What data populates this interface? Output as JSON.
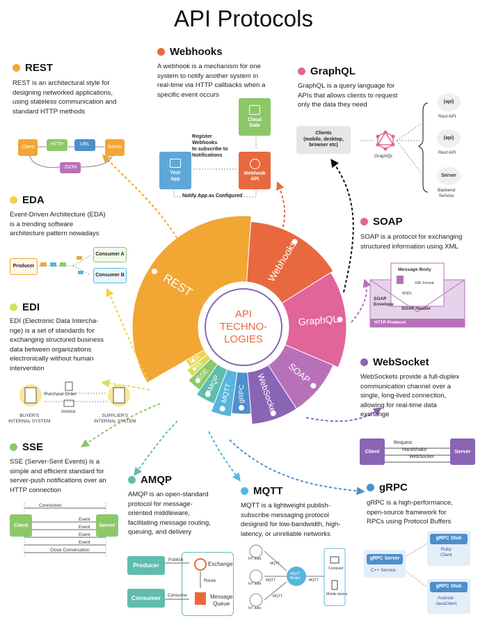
{
  "title": "API Protocols",
  "center": {
    "line1": "API",
    "line2": "TECHNO-",
    "line3": "LOGIES"
  },
  "wheel": {
    "rest": "REST",
    "webhooks": "Webhooks",
    "graphql": "GraphQL",
    "soap": "SOAP",
    "websocket": "WebSocket",
    "grpc": "gRPC",
    "mqtt": "MQTT",
    "amqp": "AMQP",
    "sse": "SSE",
    "edi": "EDI",
    "eda": "EDA"
  },
  "colors": {
    "rest": "#F2A634",
    "webhooks": "#E8693F",
    "graphql": "#E1649A",
    "soap": "#B771B8",
    "websocket": "#8A64B5",
    "grpc": "#4E8FCC",
    "mqtt": "#57B5DD",
    "amqp": "#5FBDAE",
    "sse": "#8CC868",
    "edi": "#D6DE5C",
    "eda": "#F1D24A"
  },
  "rest": {
    "name": "REST",
    "desc": [
      "REST is an architectural style for",
      "designing networked applications,",
      "using stateless communication and",
      "standard HTTP methods"
    ],
    "client": "Client",
    "http": "HTTP",
    "url": "URL",
    "server": "Server",
    "json": "JSON"
  },
  "webhooks": {
    "name": "Webhooks",
    "desc": [
      "A webhook is a mechanism for one",
      "system to notify another system in",
      "real-time via HTTP callbacks when a",
      "specific event occurs"
    ],
    "cloud": [
      "Cloud",
      "Data"
    ],
    "register": [
      "Register",
      "Webhooks",
      "to subscribe to",
      "Notifications"
    ],
    "your_app": [
      "Your",
      "App"
    ],
    "webhook_api": [
      "Webhook",
      "API"
    ],
    "notify": "Notify App as Configured"
  },
  "graphql": {
    "name": "GraphQL",
    "desc": [
      "GraphQL is a query language for",
      "APIs that allows clients to request",
      "only the data they need"
    ],
    "clients": [
      "Clients",
      "(mobile, desktop,",
      "browser etc)"
    ],
    "graphql_label": "GraphQL",
    "api": "(api)",
    "rest_api": "Rest API",
    "server": "Server",
    "backend": [
      "Backend",
      "Service"
    ]
  },
  "eda": {
    "name": "EDA",
    "desc": [
      "Event-Driven Architecture (EDA)",
      "is a trending software",
      "architecture pattern nowadays"
    ],
    "producer": "Producer",
    "consumer_a": "Consumer A",
    "consumer_b": "Consumer B"
  },
  "soap": {
    "name": "SOAP",
    "desc": [
      "SOAP is a protocol for exchanging",
      "structured information using XML"
    ],
    "message_body": "Message Body",
    "xml_format": "XML Format",
    "wsdl": "WSDL",
    "envelope": [
      "SOAP",
      "Envelope"
    ],
    "header": "SOAP Header",
    "http_protocol": "HTTP Protocol"
  },
  "edi": {
    "name": "EDI",
    "desc": [
      "EDI (Electronic Data Intercha-",
      "nge) is a set of standards for",
      "exchanging structured business",
      "data between organizations",
      "electronically without human",
      "intervention"
    ],
    "purchase_order": "Purchase Order",
    "invoice": "Invoice",
    "buyer": [
      "BUYER'S",
      "INTERNAL SYSTEM"
    ],
    "supplier": [
      "SUPPLIER'S",
      "INTERNAL SYSTEM"
    ]
  },
  "websocket": {
    "name": "WebSocket",
    "desc": [
      "WebSockets provide a full-duplex",
      "communication channel over a",
      "single, long-lived connection,",
      "allowing for real-time data",
      "exchange"
    ],
    "client": "Client",
    "server": "Server",
    "request": "Request",
    "handshake": "Handshake",
    "websocket": "WebSocket"
  },
  "sse": {
    "name": "SSE",
    "desc": [
      "SSE (Server-Sent Events) is a",
      "simple and efficient standard for",
      "server-push notifications over an",
      "HTTP connection"
    ],
    "client": "Client",
    "server": "Server",
    "connection": "Connection",
    "event": "Event",
    "close": "Close Conversation"
  },
  "amqp": {
    "name": "AMQP",
    "desc": [
      "AMQP is an open-standard",
      "protocol for message-",
      "oriented middleware,",
      "facilitating message routing,",
      "queuing, and delivery"
    ],
    "producer": "Producer",
    "consumer": "Consumer",
    "publish": "Publish",
    "exchange": "Exchange",
    "route": "Route",
    "consume": "Consume",
    "message_queue": [
      "Message",
      "Queue"
    ]
  },
  "mqtt": {
    "name": "MQTT",
    "desc": [
      "MQTT is a lightweight publish-",
      "subscribe messaging protocol",
      "designed for low-bandwidth, high-",
      "latency, or unreliable networks"
    ],
    "iot_data": "IoT data",
    "mqtt": "MQTT",
    "broker": [
      "MQTT",
      "Broker"
    ],
    "computer": "Computer",
    "mobile": "Mobile device"
  },
  "grpc": {
    "name": "gRPC",
    "desc": [
      "gRPC is a high-performance,",
      "open-source framework for",
      "RPCs using Protocol Buffers"
    ],
    "server": "gRPC Server",
    "cpp": "C++ Service",
    "stub": "gRPC Stub",
    "ruby": [
      "Ruby",
      "Client"
    ],
    "android": [
      "Android-",
      "JavaClient"
    ]
  }
}
